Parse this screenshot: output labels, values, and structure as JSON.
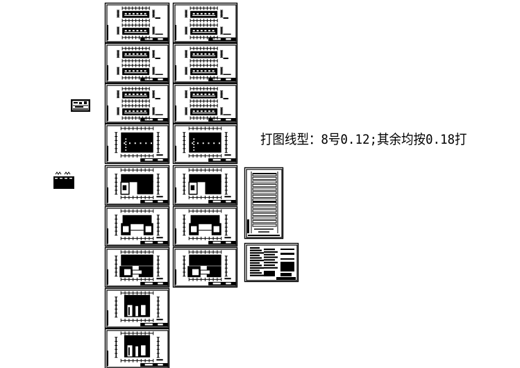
{
  "viewer": {
    "background": "#ffffff",
    "ink_color": "#000000"
  },
  "annotation": {
    "text": "打图线型：8号0.12;其余均按0.18打"
  },
  "sheets": {
    "column_left": [
      "plan-double",
      "plan-double",
      "plan-double",
      "floor-plan-a",
      "floor-plan-b",
      "floor-plan-c",
      "floor-plan-d",
      "floor-plan-e",
      "floor-plan-e"
    ],
    "column_right": [
      "plan-double",
      "plan-double",
      "plan-double",
      "floor-plan-a",
      "floor-plan-b",
      "floor-plan-c",
      "floor-plan-d"
    ],
    "section_sheet": "section-elevation",
    "notes_sheet": "design-notes",
    "legend_blocks": [
      "title-block",
      "symbol-block"
    ]
  }
}
